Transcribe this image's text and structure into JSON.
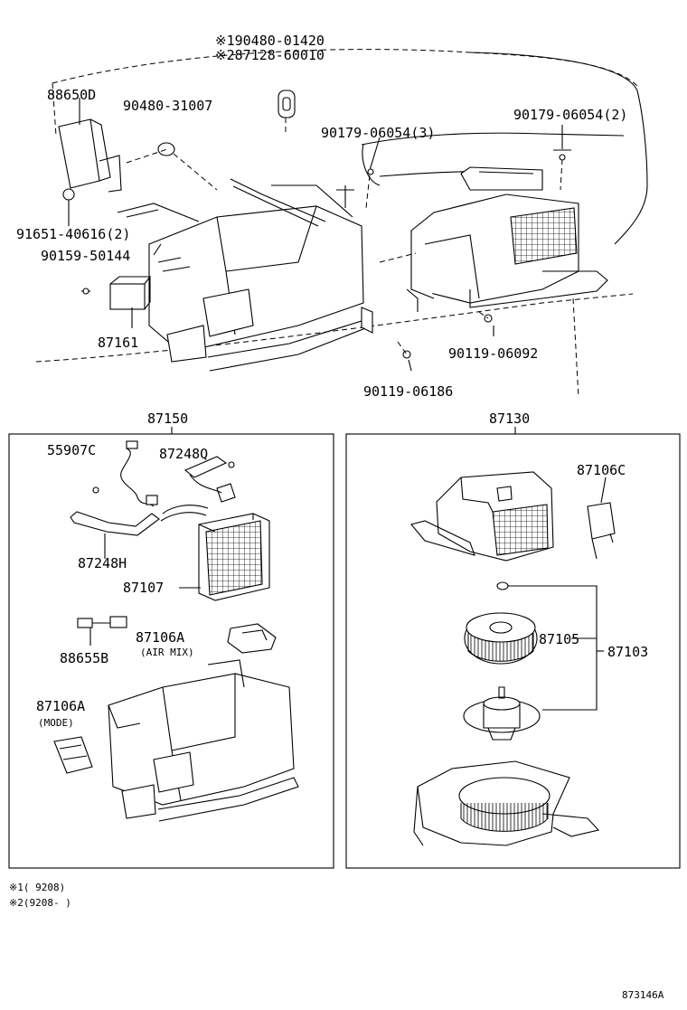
{
  "diagram": {
    "top_labels": {
      "note1_part": "※190480-01420",
      "note2_part": "※287128-60010",
      "p88650D": "88650D",
      "p90480_31007": "90480-31007",
      "p90179_3": "90179-06054(3)",
      "p90179_2": "90179-06054(2)",
      "p91651": "91651-40616(2)",
      "p90159": "90159-50144",
      "p87161": "87161",
      "p90119_06092": "90119-06092",
      "p90119_06186": "90119-06186"
    },
    "left_group": {
      "title": "87150",
      "p55907C": "55907C",
      "p87248Q": "87248Q",
      "p87248H": "87248H",
      "p87107": "87107",
      "p88655B": "88655B",
      "p87106A_airmix": "87106A",
      "airmix_note": "(AIR MIX)",
      "p87106A_mode": "87106A",
      "mode_note": "(MODE)"
    },
    "right_group": {
      "title": "87130",
      "p87106C": "87106C",
      "p87105": "87105",
      "p87103": "87103"
    },
    "footnotes": {
      "note1": "※1(      9208)",
      "note2": "※2(9208-      )"
    },
    "figure_id": "873146A"
  }
}
